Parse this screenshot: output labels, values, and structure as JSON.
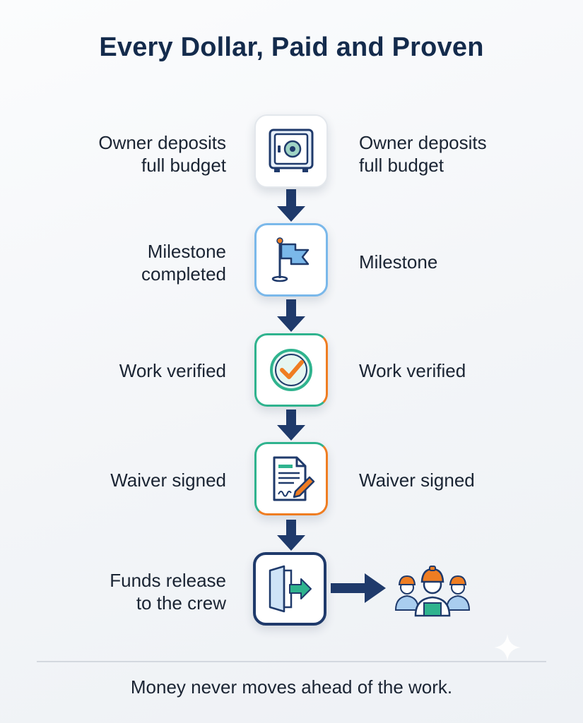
{
  "title": "Every Dollar, Paid and Proven",
  "steps": [
    {
      "left_label": "Owner deposits\nfull budget",
      "right_label": "Owner deposits\nfull budget",
      "icon": "safe-icon"
    },
    {
      "left_label": "Milestone\ncompleted",
      "right_label": "Milestone",
      "icon": "flag-icon"
    },
    {
      "left_label": "Work verified",
      "right_label": "Work verified",
      "icon": "checkmark-icon"
    },
    {
      "left_label": "Waiver signed",
      "right_label": "Waiver signed",
      "icon": "signed-document-icon"
    },
    {
      "left_label": "Funds release\nto the crew",
      "right_label": "",
      "icon": "exit-arrow-icon"
    }
  ],
  "crew_icon": "construction-crew-icon",
  "footer": "Money never moves ahead of the work.",
  "colors": {
    "navy": "#1f3a6b",
    "blue": "#5aa3e0",
    "teal": "#2fb38e",
    "orange": "#ef7d22"
  }
}
